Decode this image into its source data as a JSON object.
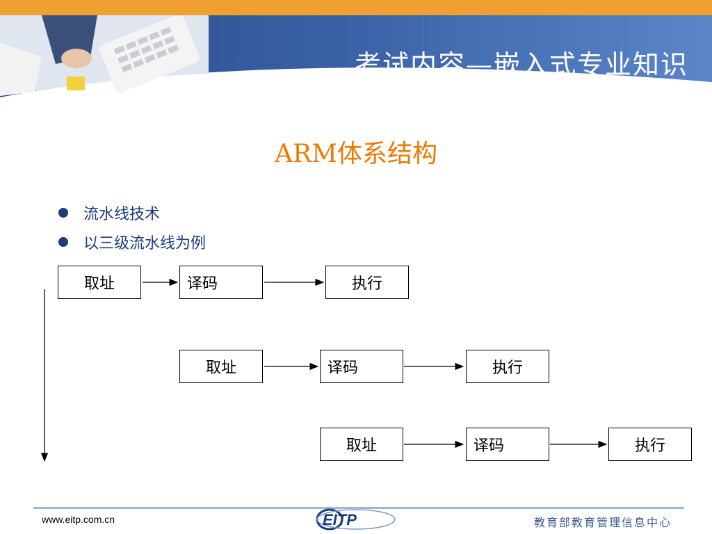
{
  "header": {
    "title": "考试内容—嵌入式专业知识"
  },
  "slide": {
    "title": "ARM体系结构"
  },
  "bullets": [
    "流水线技术",
    "以三级流水线为例"
  ],
  "pipeline": {
    "rows": [
      [
        "取址",
        "译码",
        "执行"
      ],
      [
        "取址",
        "译码",
        "执行"
      ],
      [
        "取址",
        "译码",
        "执行"
      ]
    ]
  },
  "footer": {
    "url": "www.eitp.com.cn",
    "logo_text": "EITP",
    "org": "教育部教育管理信息中心"
  },
  "colors": {
    "accent_orange": "#f07800",
    "top_bar": "#f0a030",
    "header_blue": "#1f3b7a",
    "footer_text": "#3a5a90"
  }
}
